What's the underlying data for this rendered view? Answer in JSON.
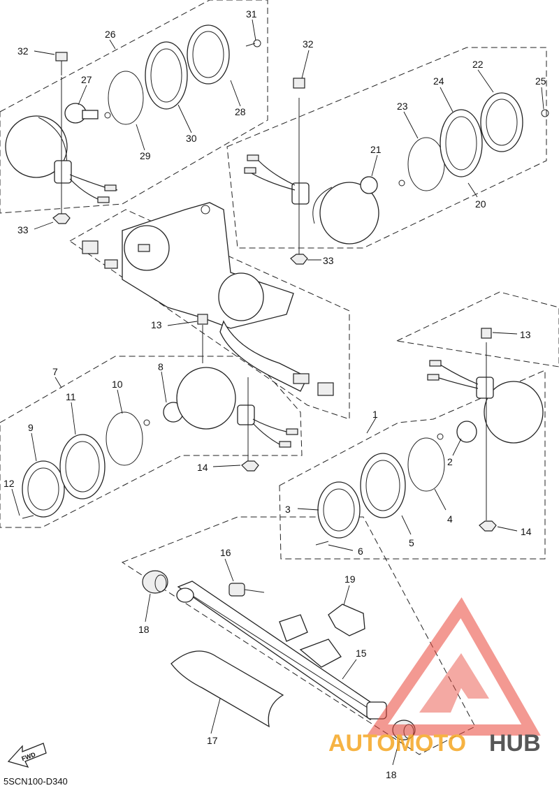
{
  "diagram_code": "5SCN100-D340",
  "fwd_label": "FWD",
  "watermark": {
    "word_part1": "AUTOMOTO",
    "word_part2": "HUB",
    "color_orange": "#f5a623",
    "color_dark": "#3a3a3a",
    "color_red": "#e8473a"
  },
  "callouts": [
    "1",
    "2",
    "3",
    "4",
    "5",
    "6",
    "7",
    "8",
    "9",
    "10",
    "11",
    "12",
    "13",
    "14",
    "15",
    "16",
    "17",
    "18",
    "19",
    "20",
    "21",
    "22",
    "23",
    "24",
    "25",
    "26",
    "27",
    "28",
    "29",
    "30",
    "31",
    "32",
    "33"
  ]
}
